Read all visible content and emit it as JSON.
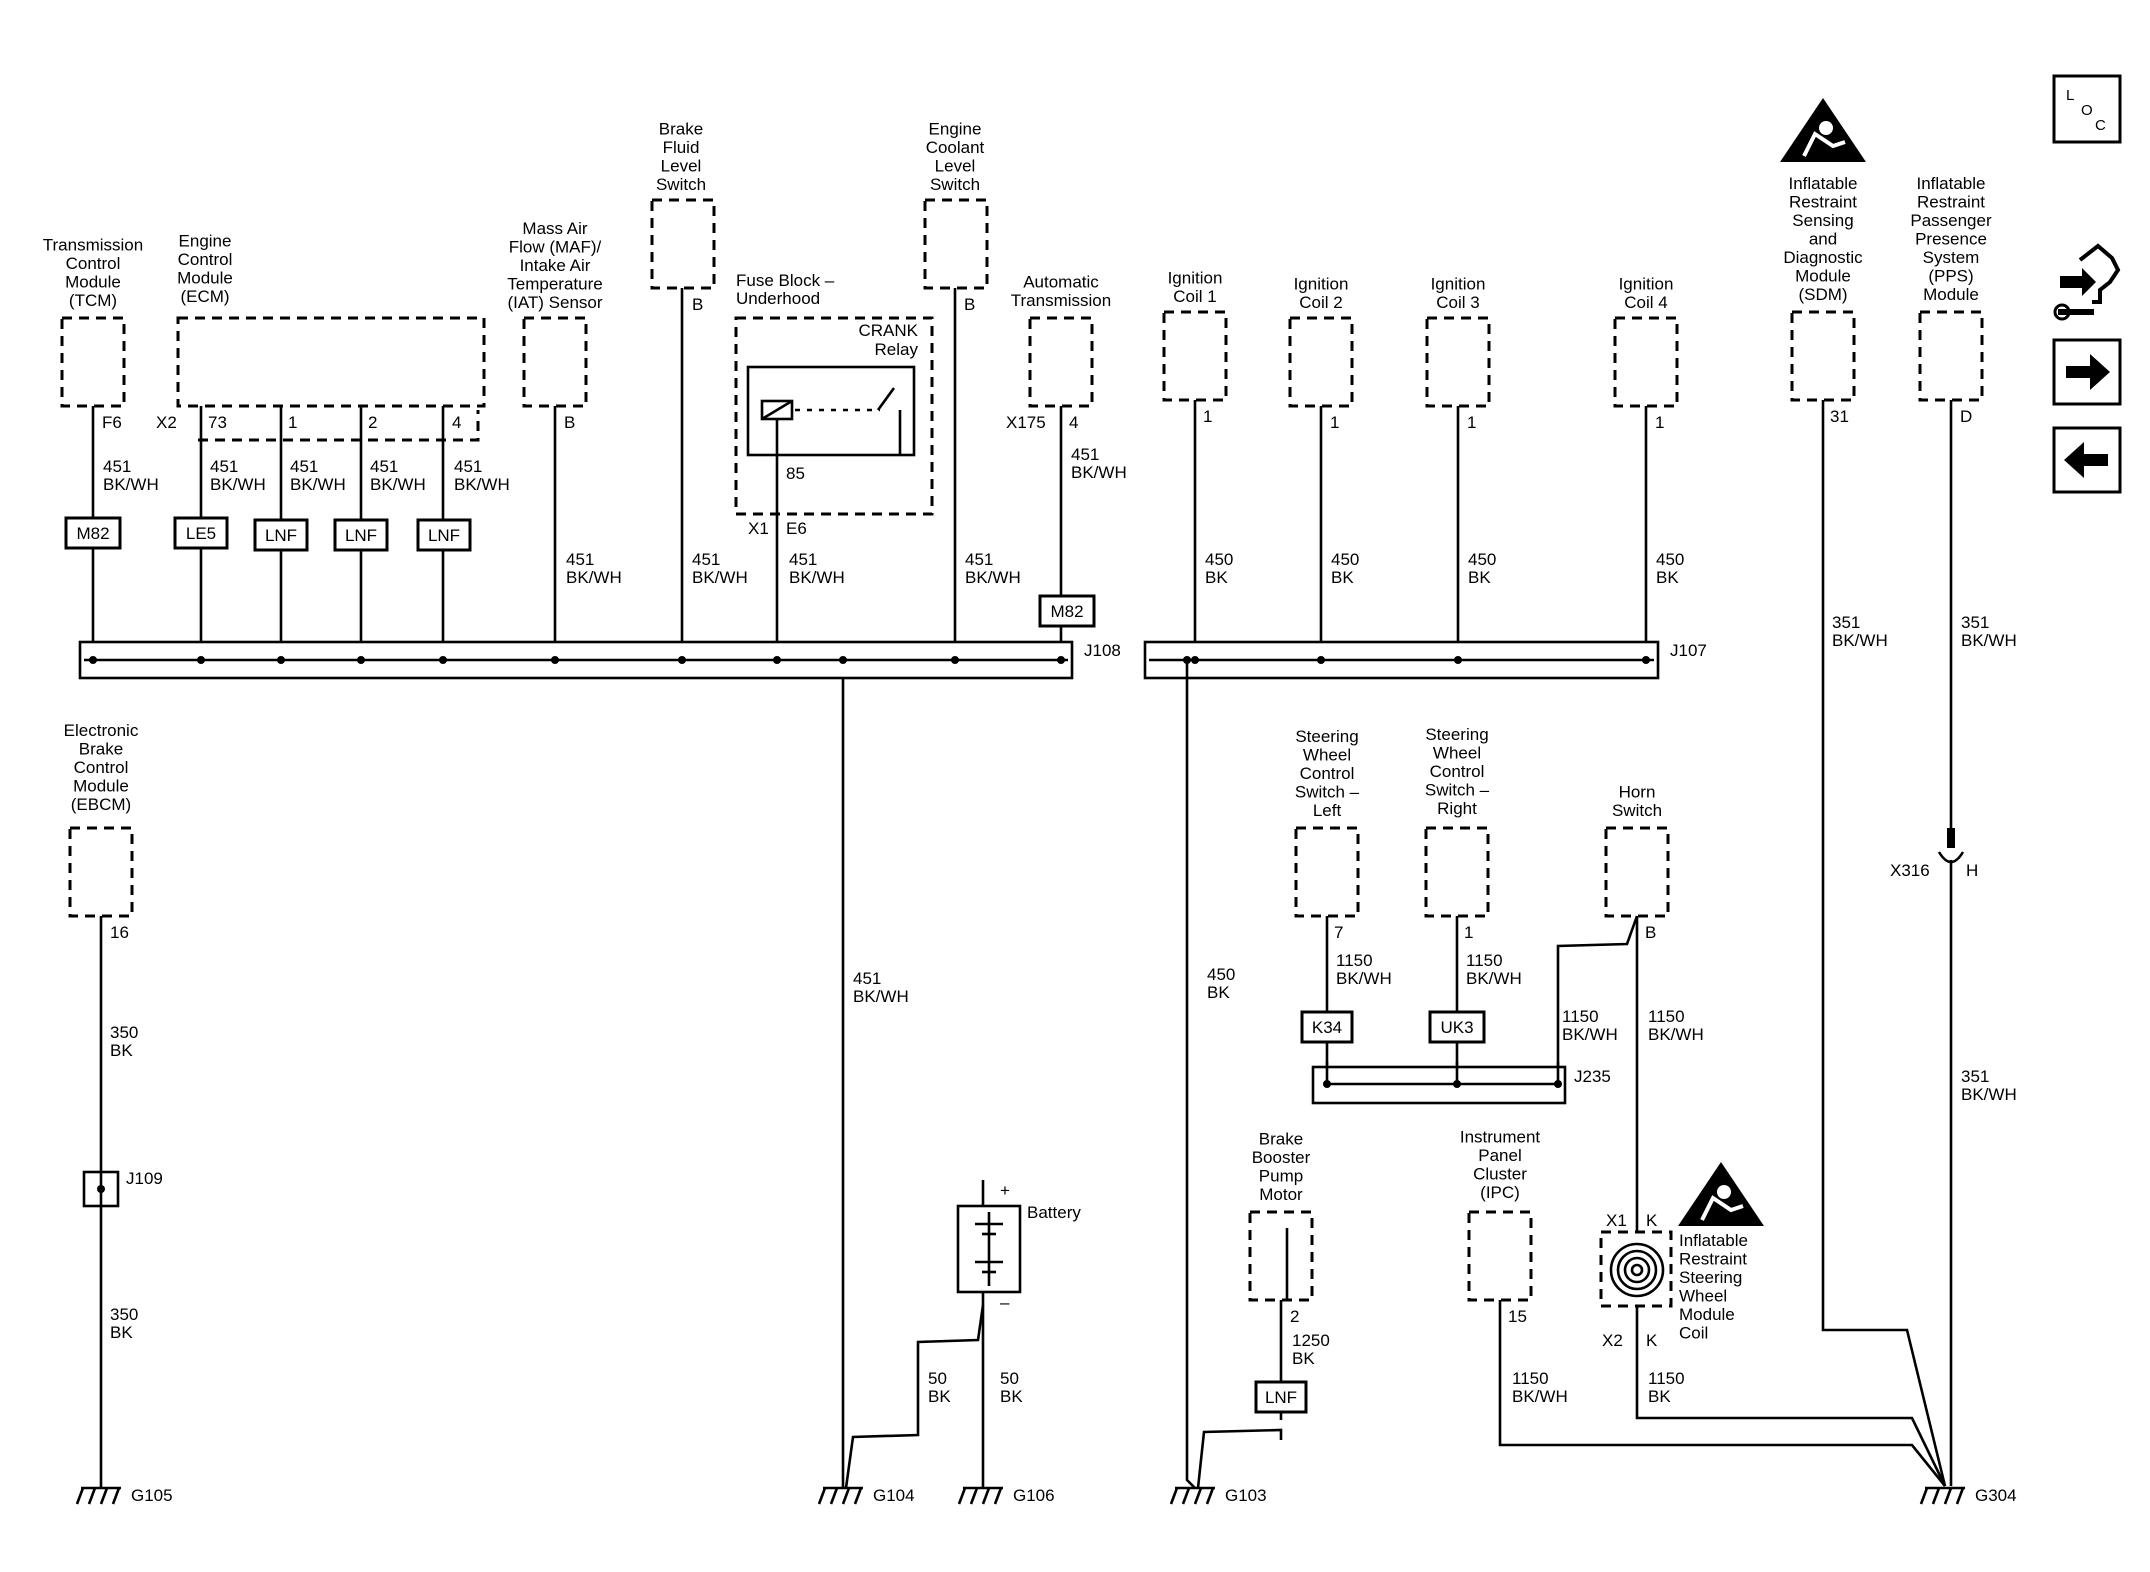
{
  "components": {
    "tcm": [
      "Transmission",
      "Control",
      "Module",
      "(TCM)"
    ],
    "ecm": [
      "Engine",
      "Control",
      "Module",
      "(ECM)"
    ],
    "maf": [
      "Mass Air",
      "Flow (MAF)/",
      "Intake Air",
      "Temperature",
      "(IAT) Sensor"
    ],
    "brake_fluid": [
      "Brake",
      "Fluid",
      "Level",
      "Switch"
    ],
    "fuse_block": [
      "Fuse Block –",
      "Underhood"
    ],
    "crank_relay": [
      "CRANK",
      "Relay"
    ],
    "coolant": [
      "Engine",
      "Coolant",
      "Level",
      "Switch"
    ],
    "auto_trans": [
      "Automatic",
      "Transmission"
    ],
    "coil1": [
      "Ignition",
      "Coil 1"
    ],
    "coil2": [
      "Ignition",
      "Coil 2"
    ],
    "coil3": [
      "Ignition",
      "Coil 3"
    ],
    "coil4": [
      "Ignition",
      "Coil 4"
    ],
    "sdm": [
      "Inflatable",
      "Restraint",
      "Sensing",
      "and",
      "Diagnostic",
      "Module",
      "(SDM)"
    ],
    "pps": [
      "Inflatable",
      "Restraint",
      "Passenger",
      "Presence",
      "System",
      "(PPS)",
      "Module"
    ],
    "ebcm": [
      "Electronic",
      "Brake",
      "Control",
      "Module",
      "(EBCM)"
    ],
    "swc_left": [
      "Steering",
      "Wheel",
      "Control",
      "Switch –",
      "Left"
    ],
    "swc_right": [
      "Steering",
      "Wheel",
      "Control",
      "Switch –",
      "Right"
    ],
    "horn": [
      "Horn",
      "Switch"
    ],
    "brake_booster": [
      "Brake",
      "Booster",
      "Pump",
      "Motor"
    ],
    "ipc": [
      "Instrument",
      "Panel",
      "Cluster",
      "(IPC)"
    ],
    "coil_module": [
      "Inflatable",
      "Restraint",
      "Steering",
      "Wheel",
      "Module",
      "Coil"
    ],
    "battery": "Battery"
  },
  "pins": {
    "tcm": "F6",
    "ecm_conn": "X2",
    "ecm_73": "73",
    "ecm_1": "1",
    "ecm_2": "2",
    "ecm_4": "4",
    "maf": "B",
    "brake_fluid": "B",
    "fuse_conn": "X1",
    "fuse_pin": "E6",
    "relay_pin": "85",
    "coolant": "B",
    "trans_conn": "X175",
    "trans_pin": "4",
    "coil1": "1",
    "coil2": "1",
    "coil3": "1",
    "coil4": "1",
    "sdm": "31",
    "pps": "D",
    "ebcm": "16",
    "swc_left": "7",
    "swc_right": "1",
    "horn": "B",
    "brake_booster": "2",
    "ipc": "15",
    "coil_x1": "X1",
    "coil_k1": "K",
    "coil_x2": "X2",
    "coil_k2": "K",
    "pps_conn": "X316",
    "pps_conn_pin": "H",
    "batt_plus": "+",
    "batt_minus": "–"
  },
  "wires": {
    "w451": [
      "451",
      "BK/WH"
    ],
    "w450": [
      "450",
      "BK"
    ],
    "w351": [
      "351",
      "BK/WH"
    ],
    "w350": [
      "350",
      "BK"
    ],
    "w1150w": [
      "1150",
      "BK/WH"
    ],
    "w1150": [
      "1150",
      "BK"
    ],
    "w1250": [
      "1250",
      "BK"
    ],
    "w50": [
      "50",
      "BK"
    ]
  },
  "options": {
    "m82": "M82",
    "le5": "LE5",
    "lnf": "LNF",
    "k34": "K34",
    "uk3": "UK3"
  },
  "splices": {
    "j108": "J108",
    "j107": "J107",
    "j235": "J235",
    "j109": "J109"
  },
  "grounds": {
    "g105": "G105",
    "g104": "G104",
    "g106": "G106",
    "g103": "G103",
    "g304": "G304"
  },
  "nav": {
    "loc_l": "L",
    "loc_o": "O",
    "loc_c": "C"
  }
}
